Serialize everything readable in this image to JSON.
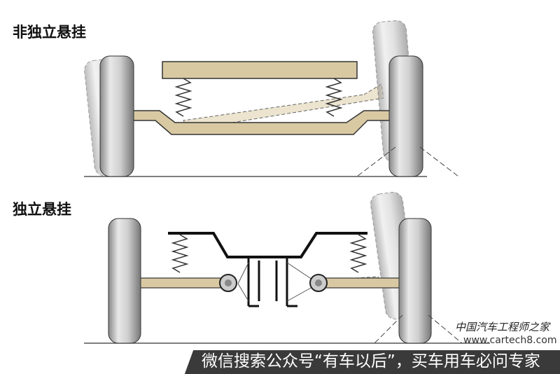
{
  "titles": {
    "dependent": "非独立悬挂",
    "independent": "独立悬挂"
  },
  "banner": {
    "text": "微信搜索公众号“有车以后”，买车用车必问专家"
  },
  "watermark": {
    "name": "中国汽车工程师之家",
    "url": "www.cartech8.com"
  },
  "colors": {
    "beam": "#d9c9a3",
    "ghost": "#ece4cf",
    "wheel": "#bdbdbd",
    "banner": "#3a3a3a"
  }
}
